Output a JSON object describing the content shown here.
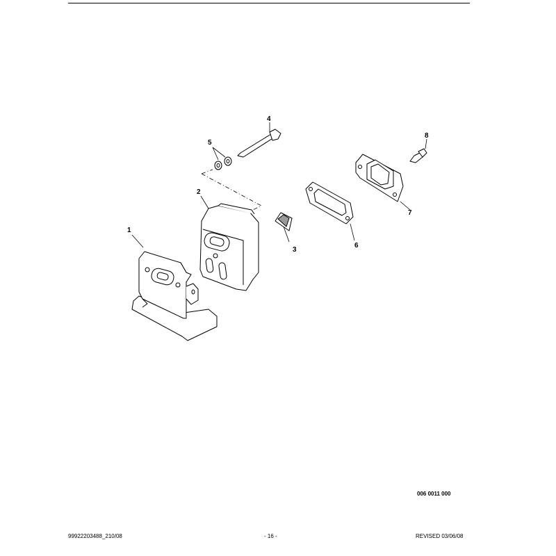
{
  "callouts": [
    "1",
    "2",
    "3",
    "4",
    "5",
    "6",
    "7",
    "8"
  ],
  "figure_code": "006 0011 000",
  "footer": {
    "left": "99922203488_210/08",
    "center": "- 16 -",
    "right": "REVISED 03/06/08"
  }
}
